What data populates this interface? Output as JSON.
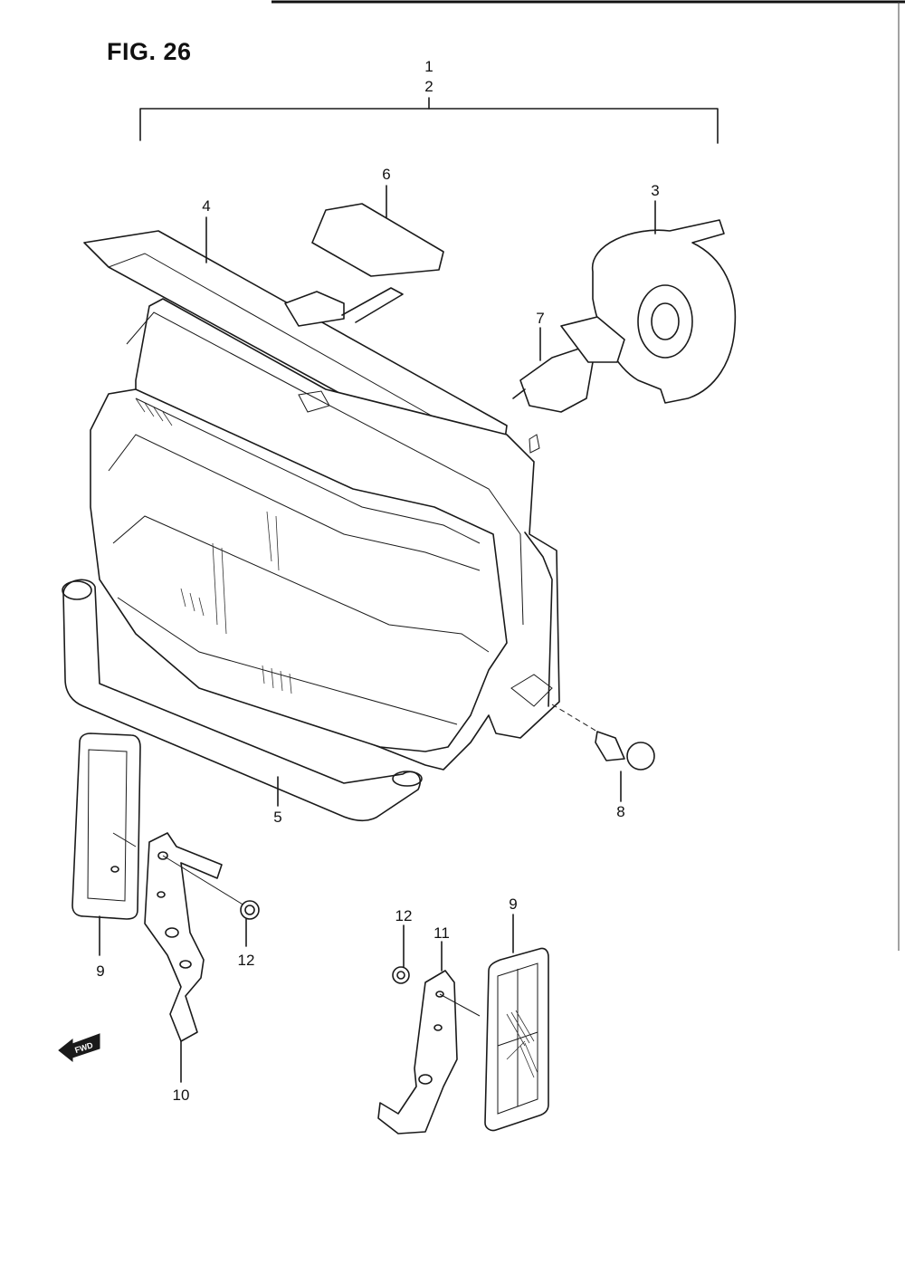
{
  "figure": {
    "title": "FIG. 26"
  },
  "callouts": {
    "c1": "1",
    "c2": "2",
    "c3": "3",
    "c4": "4",
    "c5": "5",
    "c6": "6",
    "c7": "7",
    "c8": "8",
    "c9_left": "9",
    "c9_right": "9",
    "c10": "10",
    "c11": "11",
    "c12_left": "12",
    "c12_right": "12"
  },
  "fwd_marker": {
    "label": "FWD",
    "icon": "forward-arrow-icon"
  }
}
